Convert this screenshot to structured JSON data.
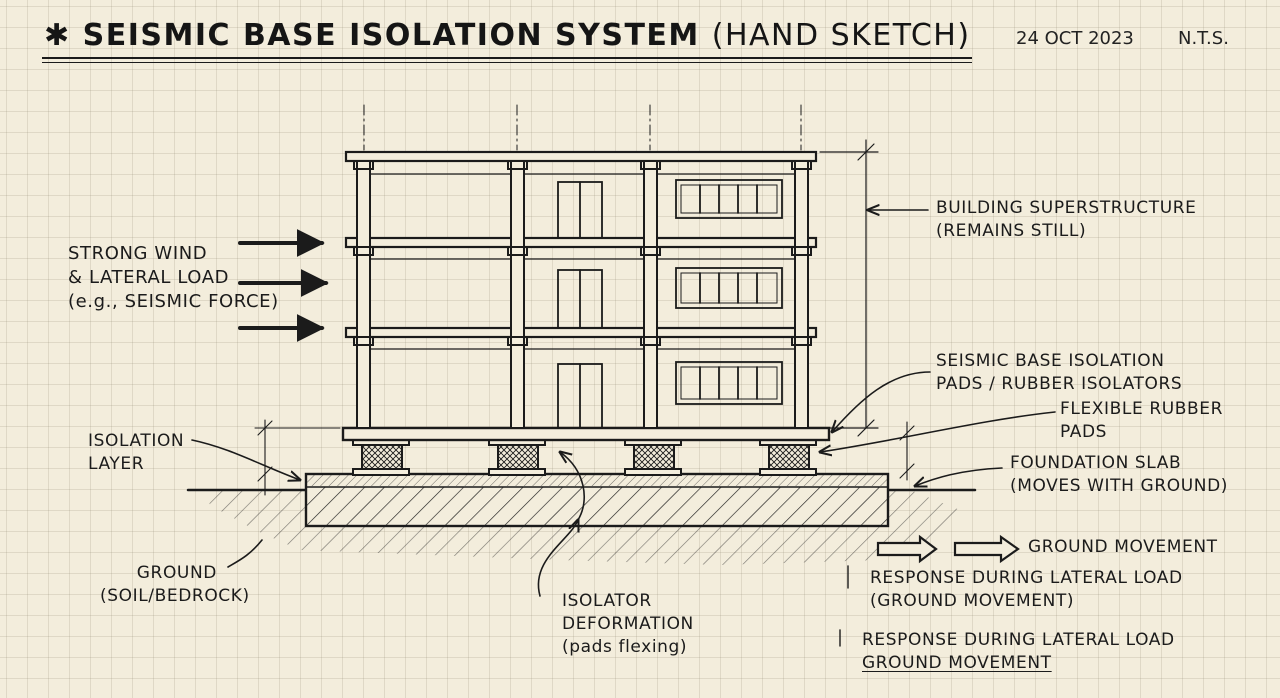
{
  "header": {
    "asterisk": "✱",
    "title": "SEISMIC BASE ISOLATION SYSTEM",
    "title_note": "(HAND SKETCH)",
    "date": "24 OCT 2023",
    "scale": "N.T.S."
  },
  "labels": {
    "wind": [
      "STRONG WIND",
      "& LATERAL LOAD",
      "(e.g., SEISMIC FORCE)"
    ],
    "superstructure": [
      "BUILDING SUPERSTRUCTURE",
      "(REMAINS STILL)"
    ],
    "isolation_pads": [
      "SEISMIC BASE ISOLATION",
      "PADS / RUBBER ISOLATORS"
    ],
    "rubber_pads": [
      "FLEXIBLE RUBBER",
      "PADS"
    ],
    "isolation_layer": [
      "ISOLATION",
      "LAYER"
    ],
    "foundation_slab": [
      "FOUNDATION SLAB",
      "(MOVES WITH GROUND)"
    ],
    "ground_movement": "GROUND MOVEMENT",
    "ground": [
      "GROUND",
      "(SOIL/BEDROCK)"
    ],
    "isolator_deformation": [
      "ISOLATOR",
      "DEFORMATION",
      "(pads flexing)"
    ],
    "response_1": [
      "RESPONSE DURING LATERAL LOAD",
      "(GROUND MOVEMENT)"
    ],
    "response_2": [
      "RESPONSE DURING LATERAL LOAD",
      "GROUND MOVEMENT"
    ]
  },
  "colors": {
    "ink": "#1b1b1b",
    "paper": "#f3eddc",
    "grid": "#9a8f78"
  }
}
